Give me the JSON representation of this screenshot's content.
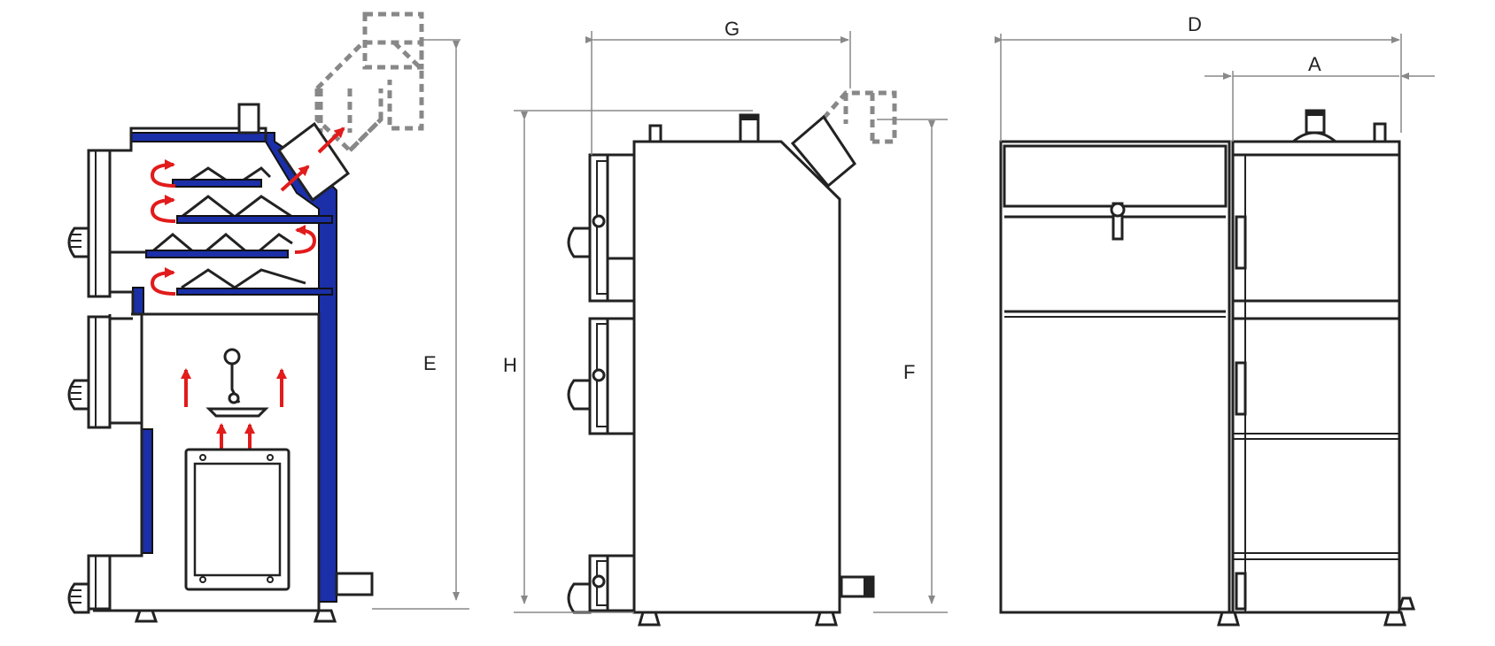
{
  "dimensions": {
    "G": "G",
    "D": "D",
    "A": "A",
    "E": "E",
    "H": "H",
    "F": "F"
  },
  "colors": {
    "water_jacket": "#1b2fa8",
    "flow_arrows": "#e21b1b",
    "line": "#222222",
    "dimension_line": "#888888"
  }
}
